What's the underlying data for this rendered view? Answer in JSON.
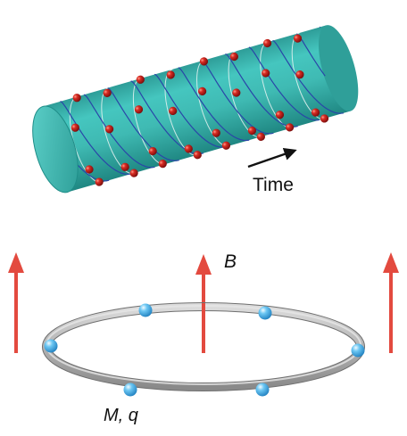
{
  "time_label": "Time",
  "field_label": "B",
  "particle_label": "M, q",
  "colors": {
    "cylinder": "#3ebdb6",
    "cylinder_dark": "#1f8d88",
    "helix_line": "#2a46a8",
    "ring_line": "#e8f3f2",
    "red_particle": "#c41e1e",
    "field_arrow": "#e34a3f",
    "ring": "#b7b7b7",
    "blue_particle": "#4cb3e9"
  },
  "icons": [
    "time-arrow-icon",
    "field-arrow-icon"
  ]
}
